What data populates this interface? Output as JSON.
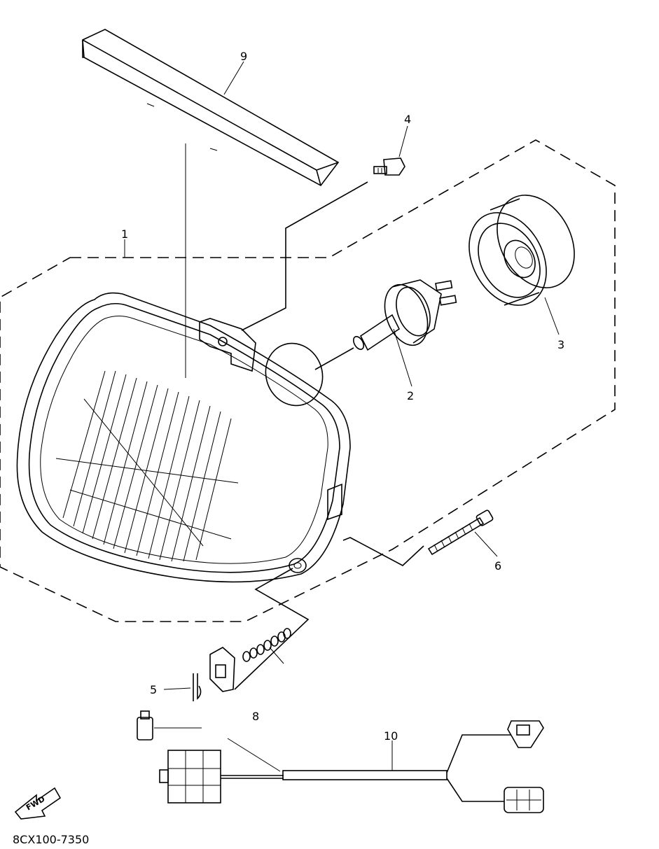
{
  "callouts": {
    "c1": "1",
    "c2": "2",
    "c3": "3",
    "c4": "4",
    "c5": "5",
    "c6": "6",
    "c8": "8",
    "c9": "9",
    "c10": "10"
  },
  "fwd_label": "FWD",
  "drawing_code": "8CX100-7350"
}
